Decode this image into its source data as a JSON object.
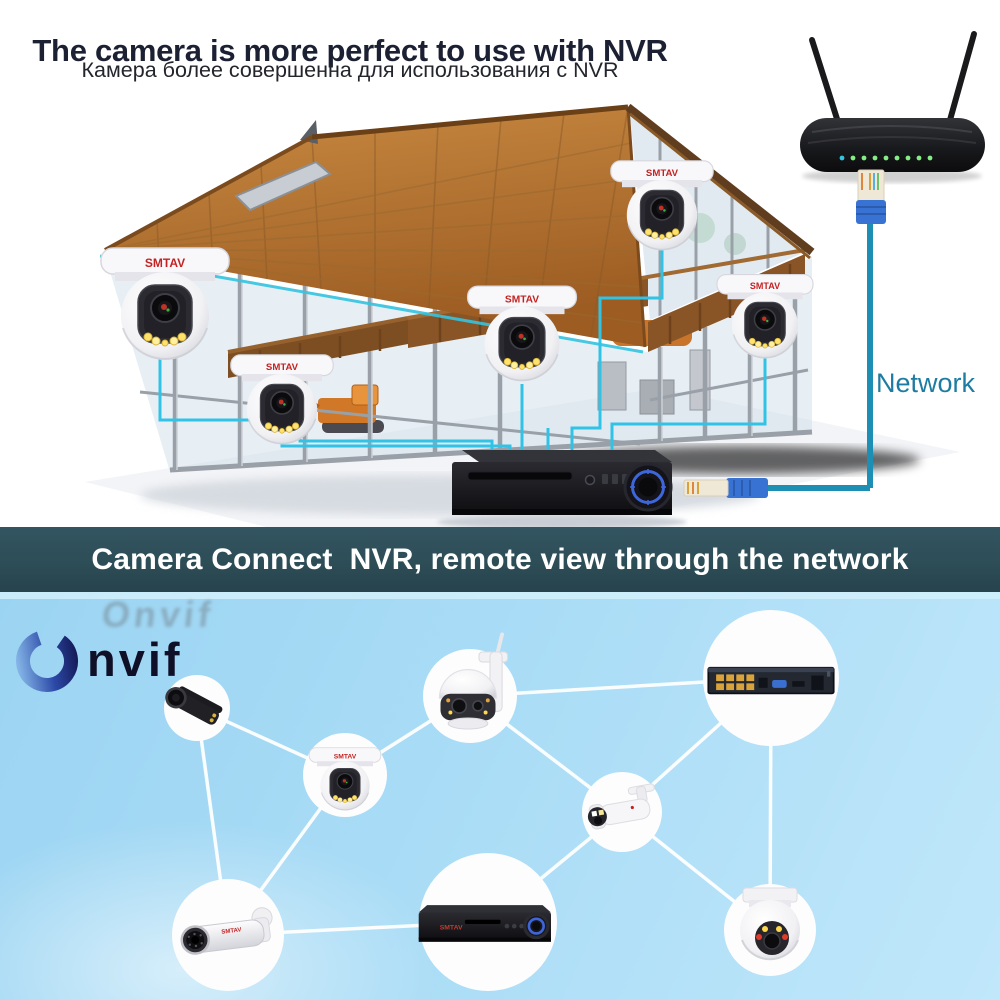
{
  "header": {
    "title": "The camera is more perfect to use with NVR",
    "subtitle_ru": "Камера более совершенна для использования с NVR"
  },
  "scene": {
    "network_label": "Network",
    "camera_brand": "SMTAV"
  },
  "banner": {
    "text": "Camera Connect  NVR, remote view through the network"
  },
  "onvif": {
    "ghost": "Onvif",
    "wordmark_tail": "nvif"
  },
  "mesh": {
    "nodes": [
      {
        "id": "bullet-camera-black"
      },
      {
        "id": "turret-dome-camera"
      },
      {
        "id": "ptz-camera"
      },
      {
        "id": "poe-nvr-rear-panel"
      },
      {
        "id": "bullet-camera-white"
      },
      {
        "id": "nvr-recorder-front"
      },
      {
        "id": "eyeball-dome-camera"
      },
      {
        "id": "bullet-camera-silver"
      }
    ]
  },
  "colors": {
    "accent_cyan": "#31c3e6",
    "banner_bg": "#2d4d57",
    "network_label": "#1e7ca2",
    "bottom_bg_top": "#9bd4f2",
    "bottom_bg_bottom": "#c0e7fa",
    "brand_red": "#c42222",
    "led_yellow": "#ffd84d",
    "router_led_green": "#86ec86",
    "nvr_ring_blue": "#3e66da",
    "roof_brown": "#b5732f"
  }
}
